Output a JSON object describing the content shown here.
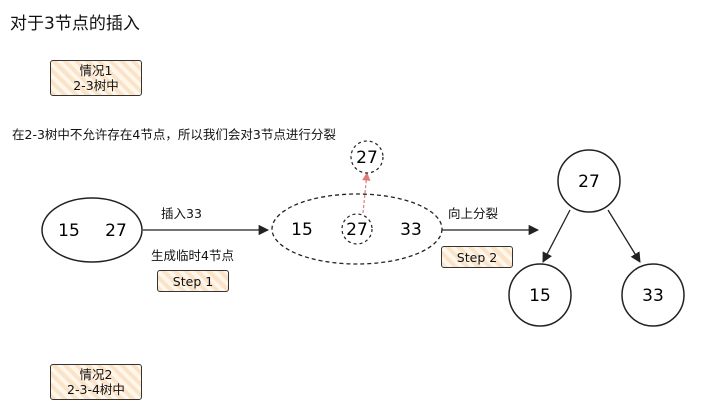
{
  "title": "对于3节点的插入",
  "case1": {
    "line1": "情况1",
    "line2": "2-3树中"
  },
  "case2": {
    "line1": "情况2",
    "line2": "2-3-4树中"
  },
  "note": "在2-3树中不允许存在4节点，所以我们会对3节点进行分裂",
  "stage1": {
    "left": "15",
    "right": "27"
  },
  "arrow1": {
    "top_label": "插入33",
    "bottom_label": "生成临时4节点",
    "step": "Step  1"
  },
  "stage2": {
    "left": "15",
    "middle": "27",
    "right": "33",
    "promoted": "27"
  },
  "arrow2": {
    "top_label": "向上分裂",
    "step": "Step  2"
  },
  "tree": {
    "root": "27",
    "left": "15",
    "right": "33"
  }
}
